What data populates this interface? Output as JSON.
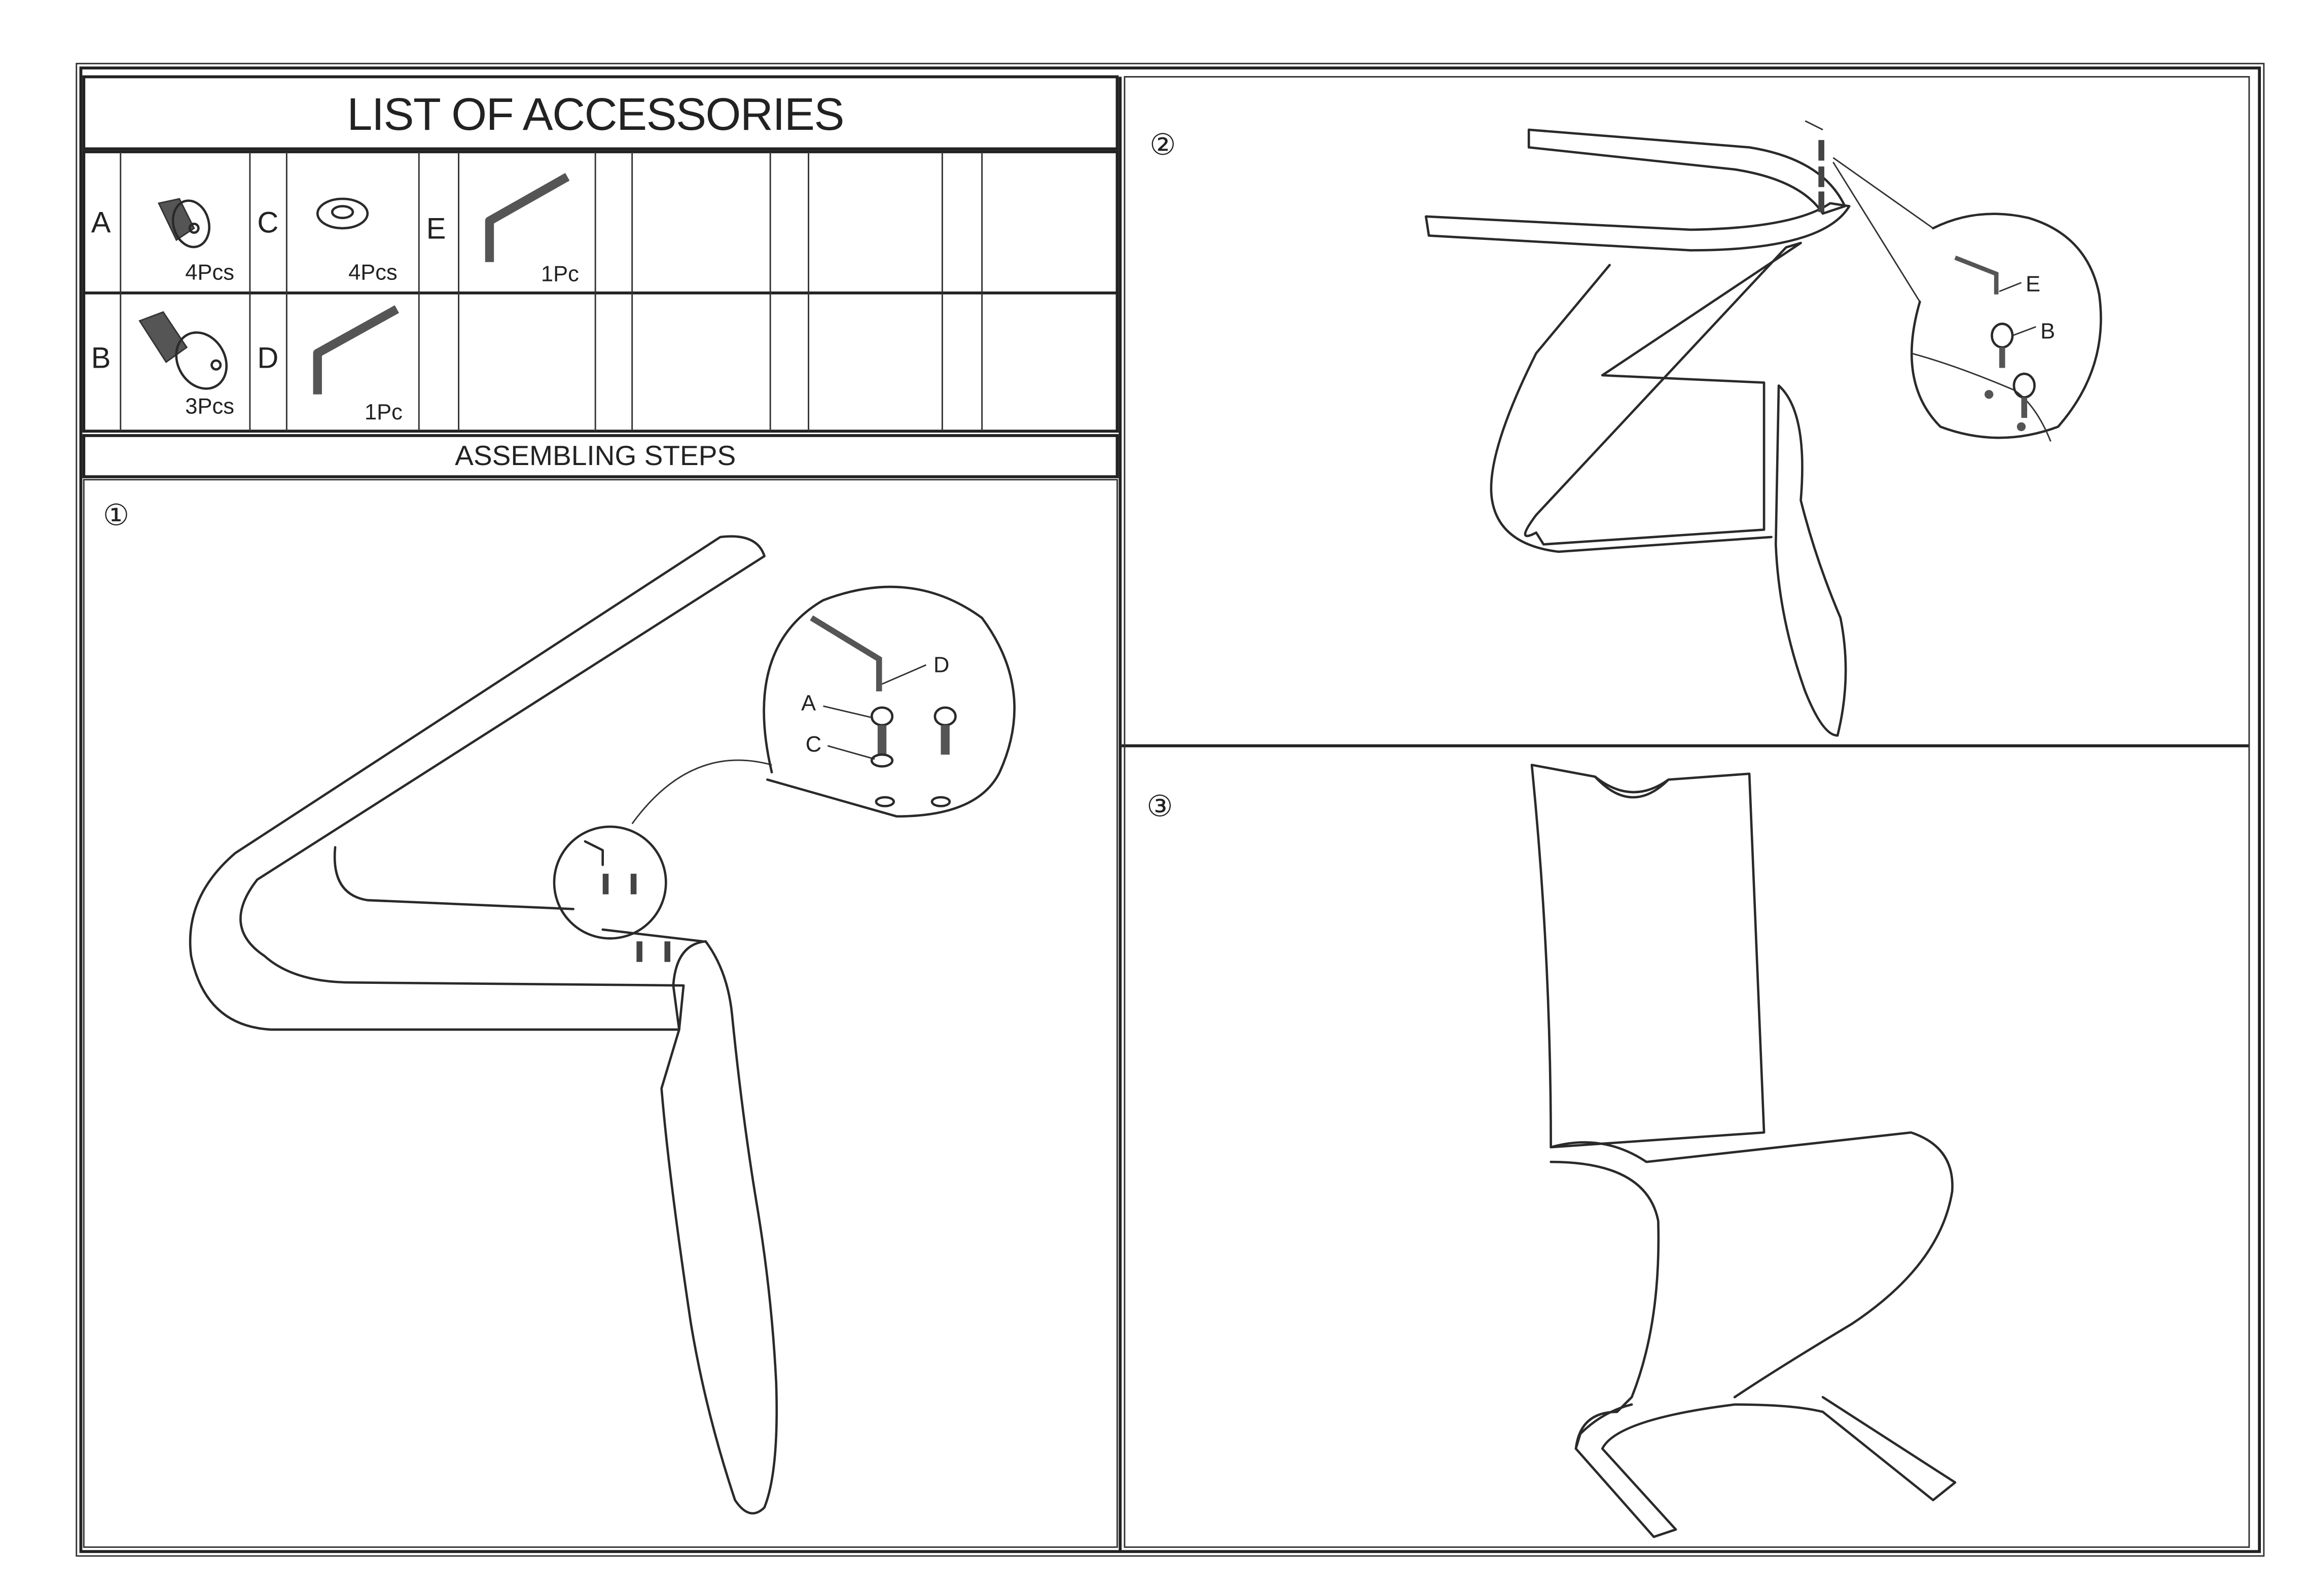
{
  "accessories": {
    "title": "LIST OF ACCESSORIES",
    "items": [
      {
        "letter": "A",
        "qty": "4Pcs",
        "icon": "bolt-icon"
      },
      {
        "letter": "C",
        "qty": "4Pcs",
        "icon": "washer-icon"
      },
      {
        "letter": "E",
        "qty": "1Pc",
        "icon": "allen-key-icon"
      },
      {
        "letter": "B",
        "qty": "3Pcs",
        "icon": "bolt-icon"
      },
      {
        "letter": "D",
        "qty": "1Pc",
        "icon": "allen-key-icon"
      }
    ]
  },
  "steps": {
    "title": "ASSEMBLING STEPS",
    "step1": {
      "number": "①",
      "callouts": [
        "D",
        "A",
        "C"
      ]
    },
    "step2": {
      "number": "②",
      "callouts": [
        "E",
        "B"
      ]
    },
    "step3": {
      "number": "③"
    }
  }
}
